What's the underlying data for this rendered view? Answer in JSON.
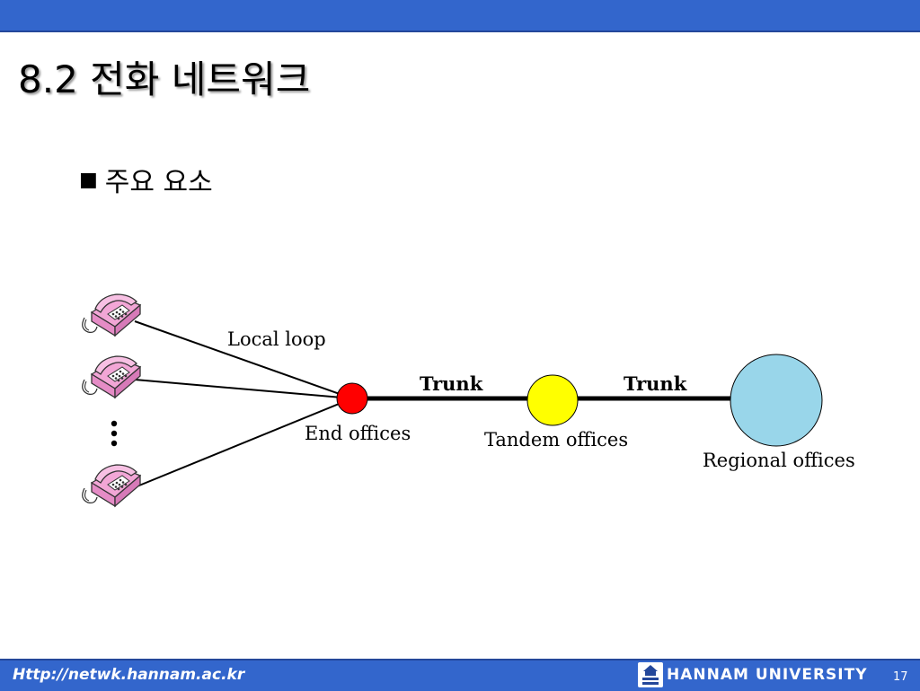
{
  "slide": {
    "title": "8.2 전화 네트워크",
    "bullet_marker": "■",
    "bullet_text": "주요 요소"
  },
  "diagram": {
    "labels": {
      "local_loop": "Local loop",
      "trunk_1": "Trunk",
      "trunk_2": "Trunk",
      "end_offices": "End offices",
      "tandem_offices": "Tandem offices",
      "regional_offices": "Regional offices"
    },
    "nodes": [
      {
        "id": "end-office",
        "color": "#ff0000"
      },
      {
        "id": "tandem-office",
        "color": "#ffff00"
      },
      {
        "id": "regional-office",
        "color": "#99d6ea"
      }
    ],
    "telephone_color": "#f2a6d6",
    "edges": [
      {
        "from": "telephone-1",
        "to": "end-office",
        "type": "local loop"
      },
      {
        "from": "telephone-2",
        "to": "end-office",
        "type": "local loop"
      },
      {
        "from": "telephone-3",
        "to": "end-office",
        "type": "local loop"
      },
      {
        "from": "end-office",
        "to": "tandem-office",
        "type": "trunk"
      },
      {
        "from": "tandem-office",
        "to": "regional-office",
        "type": "trunk"
      }
    ]
  },
  "footer": {
    "url": "Http://netwk.hannam.ac.kr",
    "university": "HANNAM UNIVERSITY",
    "page_number": "17"
  },
  "colors": {
    "bar": "#3366cc",
    "bar_border": "#24479a"
  }
}
